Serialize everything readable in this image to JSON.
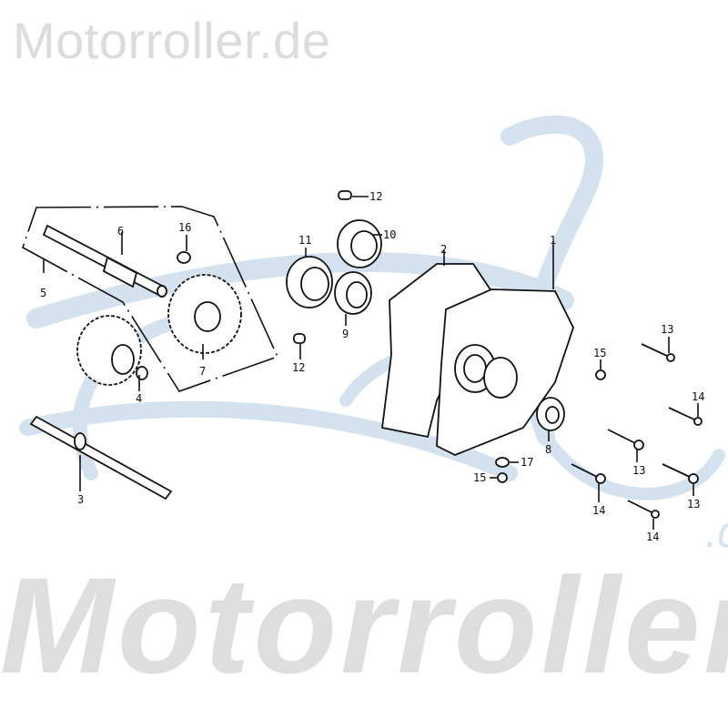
{
  "watermark": {
    "top": "Motorroller.de",
    "bottom": "Motorroller",
    "bottom_suffix": ".de",
    "swoosh_color": "#d3e2ee"
  },
  "parts": [
    {
      "id": "part-1",
      "label": "1"
    },
    {
      "id": "part-2",
      "label": "2"
    },
    {
      "id": "part-3",
      "label": "3"
    },
    {
      "id": "part-4",
      "label": "4"
    },
    {
      "id": "part-5",
      "label": "5"
    },
    {
      "id": "part-6",
      "label": "6"
    },
    {
      "id": "part-7",
      "label": "7"
    },
    {
      "id": "part-8",
      "label": "8"
    },
    {
      "id": "part-9",
      "label": "9"
    },
    {
      "id": "part-10",
      "label": "10"
    },
    {
      "id": "part-11",
      "label": "11"
    },
    {
      "id": "part-12a",
      "label": "12"
    },
    {
      "id": "part-12b",
      "label": "12"
    },
    {
      "id": "part-13a",
      "label": "13"
    },
    {
      "id": "part-13b",
      "label": "13"
    },
    {
      "id": "part-13c",
      "label": "13"
    },
    {
      "id": "part-14a",
      "label": "14"
    },
    {
      "id": "part-14b",
      "label": "14"
    },
    {
      "id": "part-14c",
      "label": "14"
    },
    {
      "id": "part-15a",
      "label": "15"
    },
    {
      "id": "part-15b",
      "label": "15"
    },
    {
      "id": "part-16",
      "label": "16"
    },
    {
      "id": "part-17",
      "label": "17"
    }
  ]
}
